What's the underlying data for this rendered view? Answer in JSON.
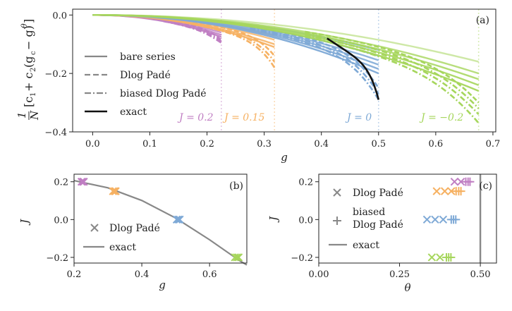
{
  "colors": {
    "J=0.2": "#c07fc3",
    "J=0.15": "#f6b162",
    "J=0": "#7ea9d6",
    "J=-0.2": "#a6d65c",
    "exact": "#111111",
    "gray": "#888888",
    "vline": "#d7d7d7"
  },
  "chart_data": [
    {
      "id": "a",
      "panel_label": "(a)",
      "type": "line",
      "xlabel": "g",
      "ylabel": "1/N [c1 + c2(gc − g)^θ]",
      "xlim": [
        -0.035,
        0.705
      ],
      "ylim": [
        -0.4,
        0.02
      ],
      "xticks": [
        "0.0",
        "0.1",
        "0.2",
        "0.3",
        "0.4",
        "0.5",
        "0.6",
        "0.7"
      ],
      "yticks": [
        "0.0",
        "−0.2",
        "−0.4"
      ],
      "legend": {
        "placement": "left",
        "entries": [
          {
            "label": "bare series",
            "style": "solid"
          },
          {
            "label": "Dlog Padé",
            "style": "dashed"
          },
          {
            "label": "biased Dlog Padé",
            "style": "dashdot"
          },
          {
            "label": "exact",
            "style": "exact"
          }
        ]
      },
      "annotations": [
        {
          "text": "J = 0.2",
          "color_key": "J=0.2"
        },
        {
          "text": "J = 0.15",
          "color_key": "J=0.15"
        },
        {
          "text": "J = 0",
          "color_key": "J=0"
        },
        {
          "text": "J = −0.2",
          "color_key": "J=-0.2"
        }
      ],
      "critical_points": [
        {
          "J": 0.2,
          "gc": 0.225
        },
        {
          "J": 0.15,
          "gc": 0.318
        },
        {
          "J": 0,
          "gc": 0.5
        },
        {
          "J": -0.2,
          "gc": 0.675
        }
      ],
      "series": [
        {
          "name": "J = 0.2",
          "color_key": "J=0.2",
          "gc": 0.225,
          "bare_end": [
            -0.05,
            -0.06,
            -0.068,
            -0.075
          ],
          "pade_end": [
            -0.085,
            -0.09,
            -0.095
          ]
        },
        {
          "name": "J = 0.15",
          "color_key": "J=0.15",
          "gc": 0.318,
          "bare_end": [
            -0.07,
            -0.085,
            -0.1,
            -0.11
          ],
          "pade_end": [
            -0.14,
            -0.16,
            -0.18
          ]
        },
        {
          "name": "J = 0",
          "color_key": "J=0",
          "gc": 0.5,
          "bare_end": [
            -0.12,
            -0.14,
            -0.155,
            -0.17,
            -0.185,
            -0.2
          ],
          "pade_end": [
            -0.25,
            -0.27,
            -0.29
          ]
        },
        {
          "name": "J = −0.2",
          "color_key": "J=-0.2",
          "gc": 0.675,
          "bare_end": [
            -0.16,
            -0.2,
            -0.22,
            -0.24,
            -0.26
          ],
          "pade_end": [
            -0.3,
            -0.32,
            -0.34,
            -0.37
          ]
        }
      ],
      "exact": {
        "gc": 0.5,
        "x_start": 0.41,
        "y_start": -0.08,
        "y_end": -0.29
      }
    },
    {
      "id": "b",
      "panel_label": "(b)",
      "type": "scatter",
      "xlabel": "g",
      "ylabel": "J",
      "xlim": [
        0.2,
        0.71
      ],
      "ylim": [
        -0.23,
        0.24
      ],
      "xticks": [
        "0.2",
        "0.4",
        "0.6"
      ],
      "yticks": [
        "0.2",
        "0.0",
        "−0.2"
      ],
      "legend": {
        "placement": "center",
        "entries": [
          {
            "label": "Dlog Padé",
            "marker": "x"
          },
          {
            "label": "exact",
            "style": "solid"
          }
        ]
      },
      "points": [
        {
          "J": 0.2,
          "g": [
            0.222,
            0.226,
            0.229
          ],
          "color_key": "J=0.2"
        },
        {
          "J": 0.15,
          "g": [
            0.315,
            0.32,
            0.323
          ],
          "color_key": "J=0.15"
        },
        {
          "J": 0.0,
          "g": [
            0.503,
            0.508,
            0.512
          ],
          "color_key": "J=0"
        },
        {
          "J": -0.2,
          "g": [
            0.675,
            0.681,
            0.686
          ],
          "color_key": "J=-0.2"
        }
      ],
      "exact_curve": {
        "g": [
          0.2,
          0.3,
          0.4,
          0.5,
          0.6,
          0.69,
          0.71
        ],
        "J": [
          0.206,
          0.168,
          0.101,
          0.008,
          -0.107,
          -0.219,
          -0.24
        ]
      }
    },
    {
      "id": "c",
      "panel_label": "(c)",
      "type": "scatter",
      "xlabel": "θ",
      "ylabel": "J",
      "xlim": [
        0.0,
        0.55
      ],
      "ylim": [
        -0.23,
        0.24
      ],
      "xticks": [
        "0.00",
        "0.25",
        "0.50"
      ],
      "yticks": [
        "0.2",
        "0.0",
        "−0.2"
      ],
      "legend": {
        "placement": "left",
        "entries": [
          {
            "label": "Dlog Padé",
            "marker": "x"
          },
          {
            "label": "biased Dlog Padé",
            "marker": "+"
          },
          {
            "label": "exact",
            "style": "solid"
          }
        ]
      },
      "exact_theta": 0.5,
      "points": [
        {
          "J": 0.2,
          "color_key": "J=0.2",
          "dlog": [
            0.42,
            0.44
          ],
          "biased": [
            0.455,
            0.462,
            0.468
          ]
        },
        {
          "J": 0.15,
          "color_key": "J=0.15",
          "dlog": [
            0.365,
            0.39,
            0.41
          ],
          "biased": [
            0.425,
            0.433,
            0.44
          ]
        },
        {
          "J": 0.0,
          "color_key": "J=0",
          "dlog": [
            0.335,
            0.36,
            0.385
          ],
          "biased": [
            0.41,
            0.417,
            0.424
          ]
        },
        {
          "J": -0.2,
          "color_key": "J=-0.2",
          "dlog": [
            0.35,
            0.375
          ],
          "biased": [
            0.395,
            0.402,
            0.409
          ]
        }
      ]
    }
  ]
}
